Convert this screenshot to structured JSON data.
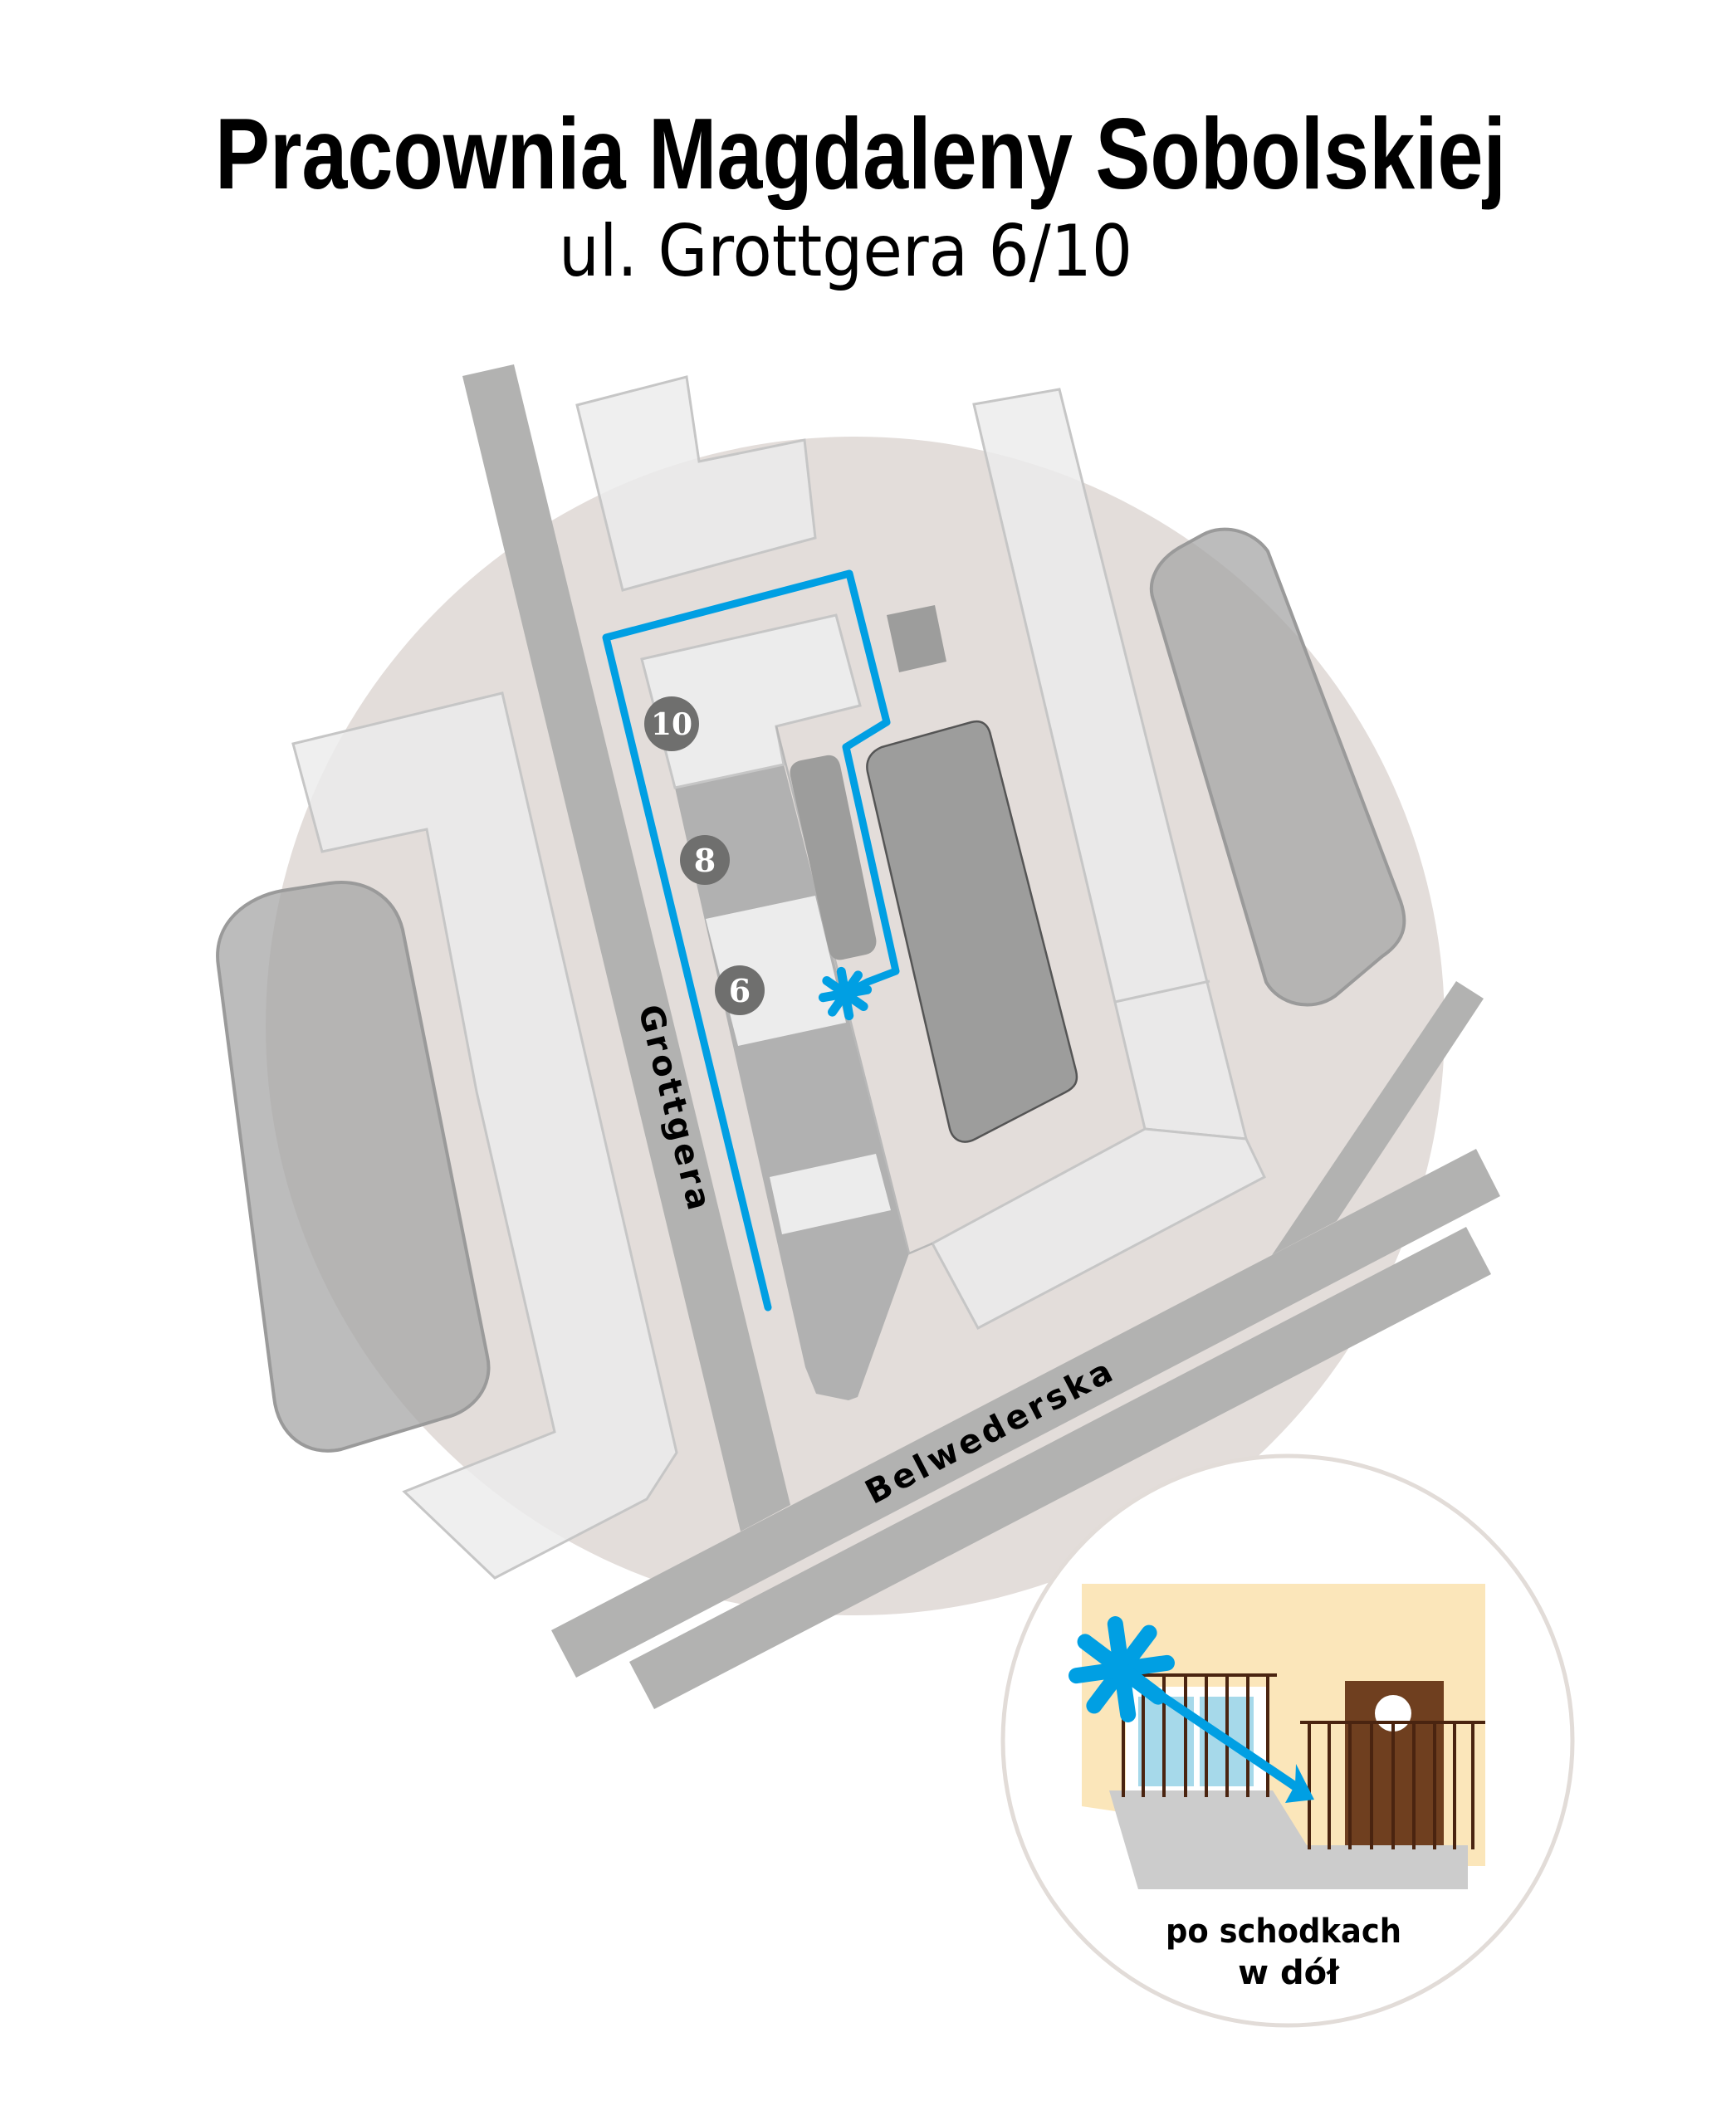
{
  "header": {
    "title": "Pracownia Magdaleny Sobolskiej",
    "address": "ul. Grottgera 6/10"
  },
  "map": {
    "streets": [
      {
        "name": "Grottgera"
      },
      {
        "name": "Belwederska"
      }
    ],
    "building_numbers": [
      "10",
      "8",
      "6"
    ],
    "route_color": "#009fe3",
    "destination_marker": "asterisk-icon",
    "colors": {
      "background_circle": "#e3ddda",
      "road": "#b2b2b1",
      "building_light": "#ececec",
      "building_mid": "#b1b1b1",
      "building_dark": "#9d9d9c",
      "number_badge": "#6f6f6e"
    }
  },
  "inset": {
    "caption_line1": "po schodkach",
    "caption_line2": "w dół",
    "colors": {
      "wall": "#fbe6ba",
      "door": "#6f3f1f",
      "railing": "#4a2410",
      "window": "#a6d9ea",
      "steps": "#cccccc",
      "ring": "#e2dcd8"
    }
  }
}
